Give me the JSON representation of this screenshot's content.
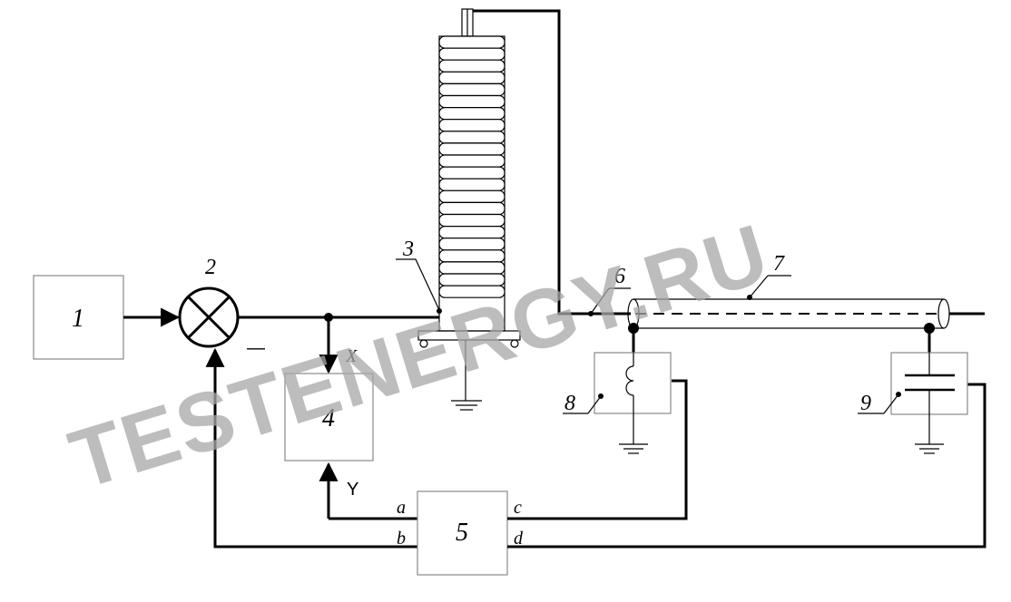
{
  "labels": {
    "b1": "1",
    "b2": "2",
    "b3": "3",
    "b4": "4",
    "b5": "5",
    "b6": "6",
    "b7": "7",
    "b8": "8",
    "b9": "9"
  },
  "ports": {
    "a": "a",
    "b": "b",
    "c": "c",
    "d": "d"
  },
  "signals": {
    "x": "X",
    "y": "Y",
    "minus": "—"
  },
  "watermark": "TESTENERGY.RU",
  "colors": {
    "line": "#000000",
    "box_border": "#888888",
    "watermark": "#a8a8a8"
  }
}
